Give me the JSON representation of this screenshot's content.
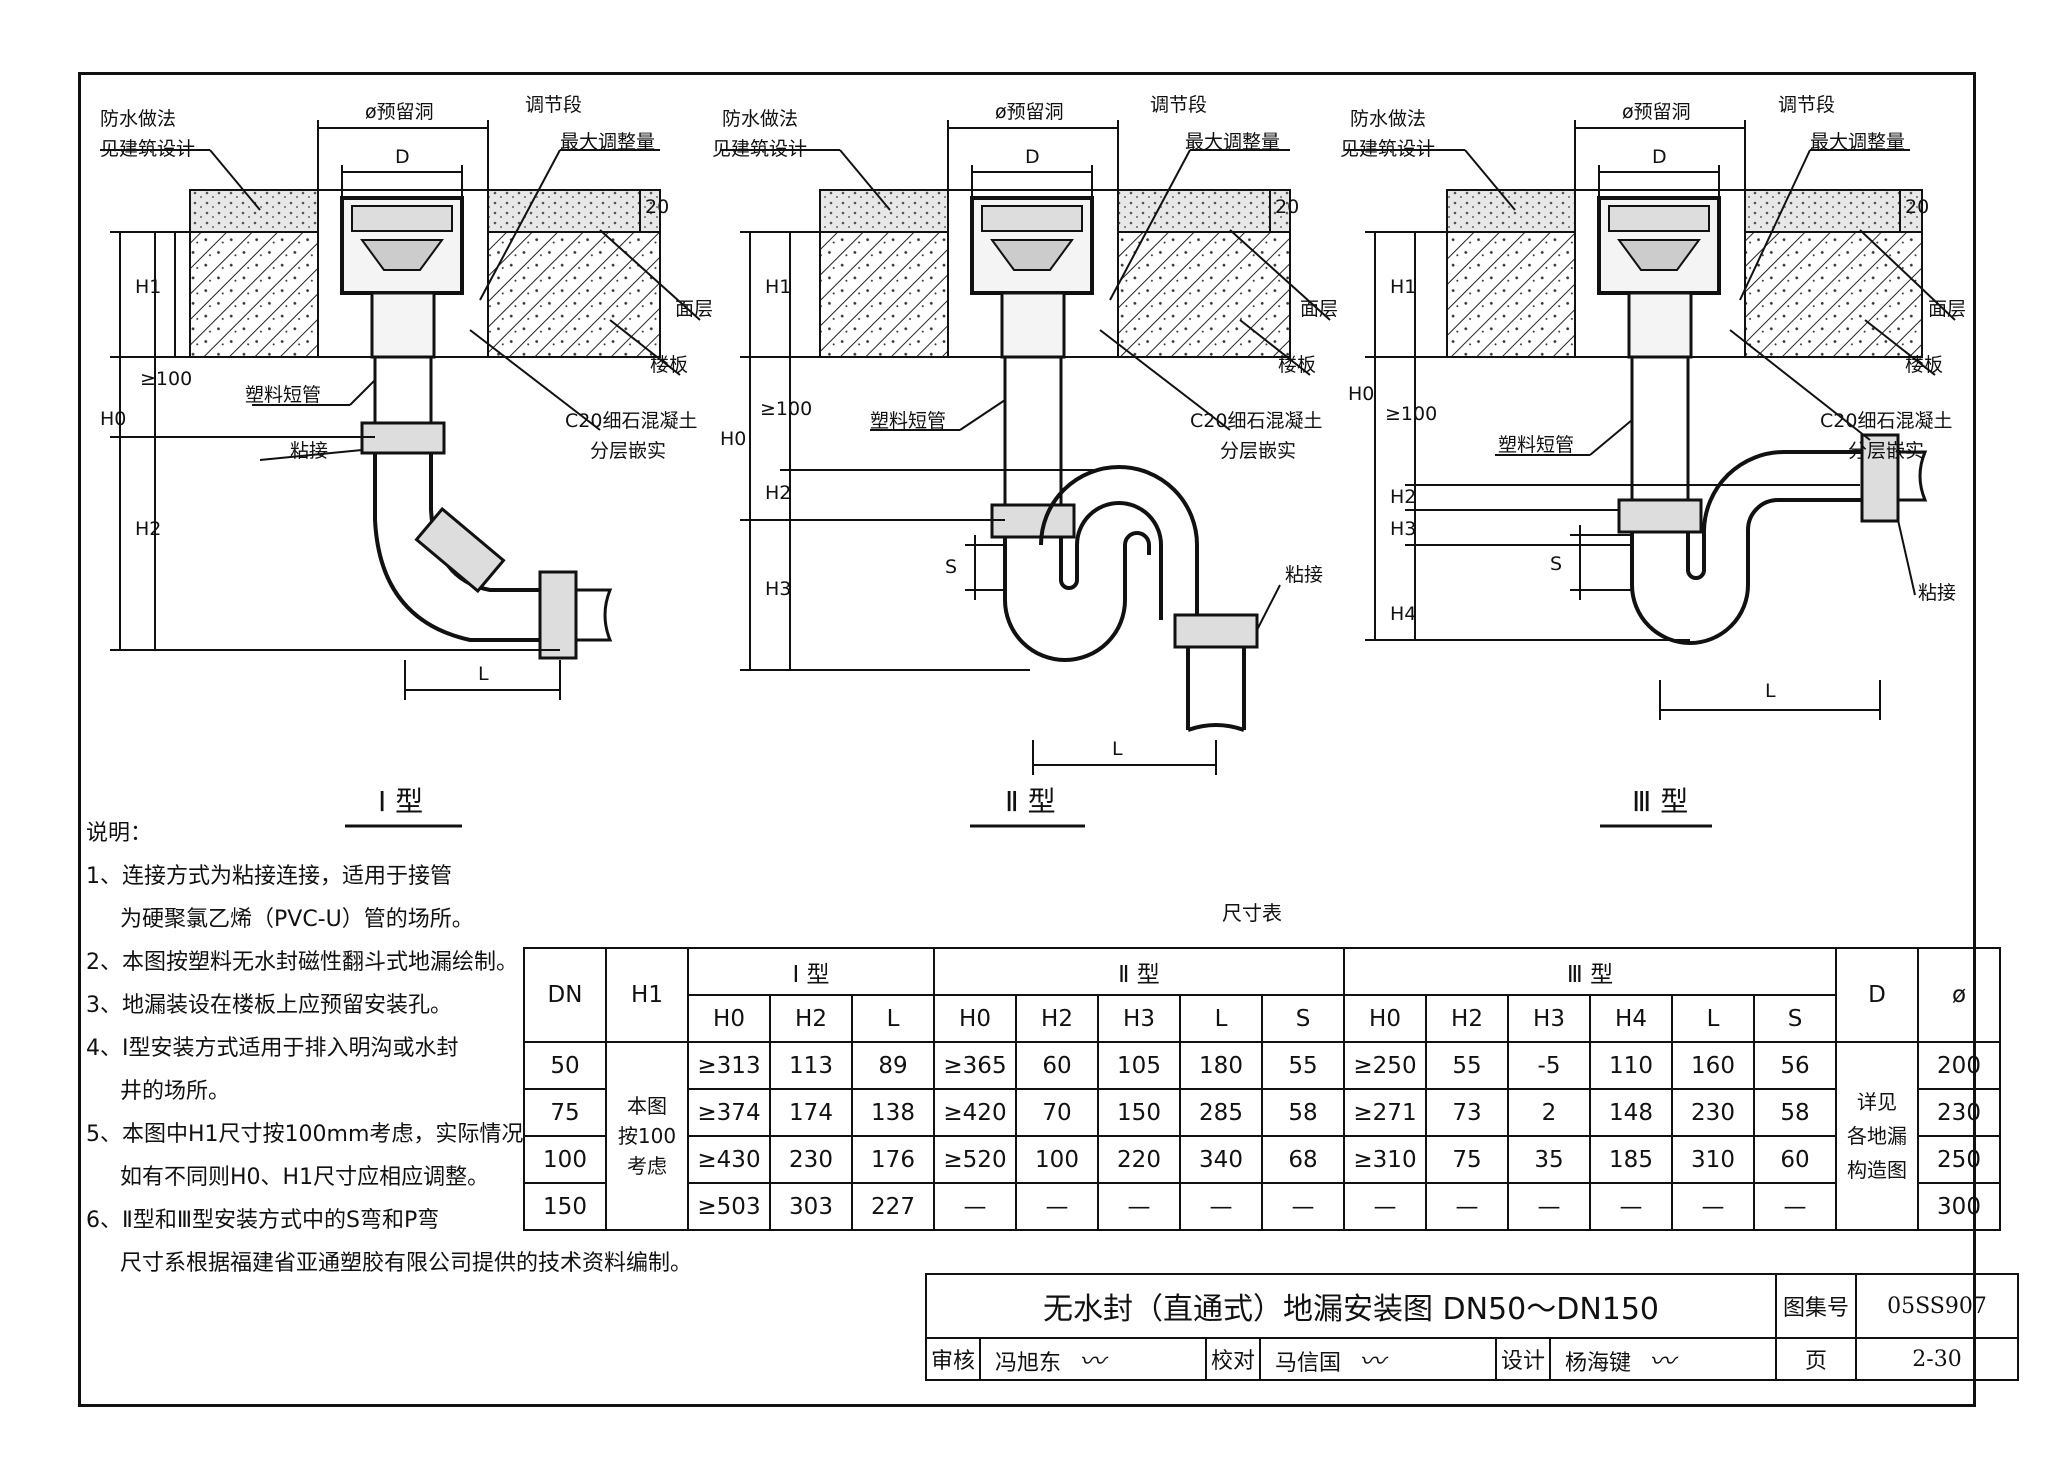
{
  "labels": {
    "waterproof": "防水做法",
    "see_design": "见建筑设计",
    "hole": "ø预留洞",
    "adjust": "调节段",
    "max_adjust": "最大调整量",
    "d": "D",
    "twenty": "20",
    "surface": "面层",
    "slab": "楼板",
    "concrete": "C20细石混凝土",
    "layered": "分层嵌实",
    "short_pipe": "塑料短管",
    "glued": "粘接",
    "h0": "H0",
    "h1": "H1",
    "h2": "H2",
    "h3": "H3",
    "h4": "H4",
    "ge100": "≥100",
    "s": "S",
    "l": "L"
  },
  "types": {
    "t1": "Ⅰ 型",
    "t2": "Ⅱ 型",
    "t3": "Ⅲ 型"
  },
  "notes": {
    "heading": "说明：",
    "n1a": "1、连接方式为粘接连接，适用于接管",
    "n1b": "为硬聚氯乙烯（PVC-U）管的场所。",
    "n2": "2、本图按塑料无水封磁性翻斗式地漏绘制。",
    "n3": "3、地漏装设在楼板上应预留安装孔。",
    "n4a": "4、Ⅰ型安装方式适用于排入明沟或水封",
    "n4b": "井的场所。",
    "n5a": "5、本图中H1尺寸按100mm考虑，实际情况",
    "n5b": "如有不同则H0、H1尺寸应相应调整。",
    "n6a": "6、Ⅱ型和Ⅲ型安装方式中的S弯和P弯",
    "n6b": "尺寸系根据福建省亚通塑胶有限公司提供的技术资料编制。"
  },
  "table": {
    "caption": "尺寸表",
    "dn": "DN",
    "h1": "H1",
    "t1": "Ⅰ 型",
    "t2": "Ⅱ 型",
    "t3": "Ⅲ 型",
    "d": "D",
    "phi": "ø",
    "sub": [
      "H0",
      "H2",
      "L",
      "H0",
      "H2",
      "H3",
      "L",
      "S",
      "H0",
      "H2",
      "H3",
      "H4",
      "L",
      "S"
    ],
    "h1_note": [
      "本图",
      "按100",
      "考虑"
    ],
    "d_note": [
      "详见",
      "各地漏",
      "构造图"
    ],
    "rows": [
      {
        "dn": "50",
        "v": [
          "≥313",
          "113",
          "89",
          "≥365",
          "60",
          "105",
          "180",
          "55",
          "≥250",
          "55",
          "-5",
          "110",
          "160",
          "56"
        ],
        "phi": "200"
      },
      {
        "dn": "75",
        "v": [
          "≥374",
          "174",
          "138",
          "≥420",
          "70",
          "150",
          "285",
          "58",
          "≥271",
          "73",
          "2",
          "148",
          "230",
          "58"
        ],
        "phi": "230"
      },
      {
        "dn": "100",
        "v": [
          "≥430",
          "230",
          "176",
          "≥520",
          "100",
          "220",
          "340",
          "68",
          "≥310",
          "75",
          "35",
          "185",
          "310",
          "60"
        ],
        "phi": "250"
      },
      {
        "dn": "150",
        "v": [
          "≥503",
          "303",
          "227",
          "—",
          "—",
          "—",
          "—",
          "—",
          "—",
          "—",
          "—",
          "—",
          "—",
          "—"
        ],
        "phi": "300"
      }
    ]
  },
  "titleblock": {
    "title": "无水封（直通式）地漏安装图 DN50～DN150",
    "atlas_label": "图集号",
    "atlas_no": "05SS907",
    "review": "审核",
    "reviewer": "冯旭东",
    "check": "校对",
    "checker": "马信国",
    "design": "设计",
    "designer": "杨海键",
    "page_label": "页",
    "page_no": "2-30"
  }
}
